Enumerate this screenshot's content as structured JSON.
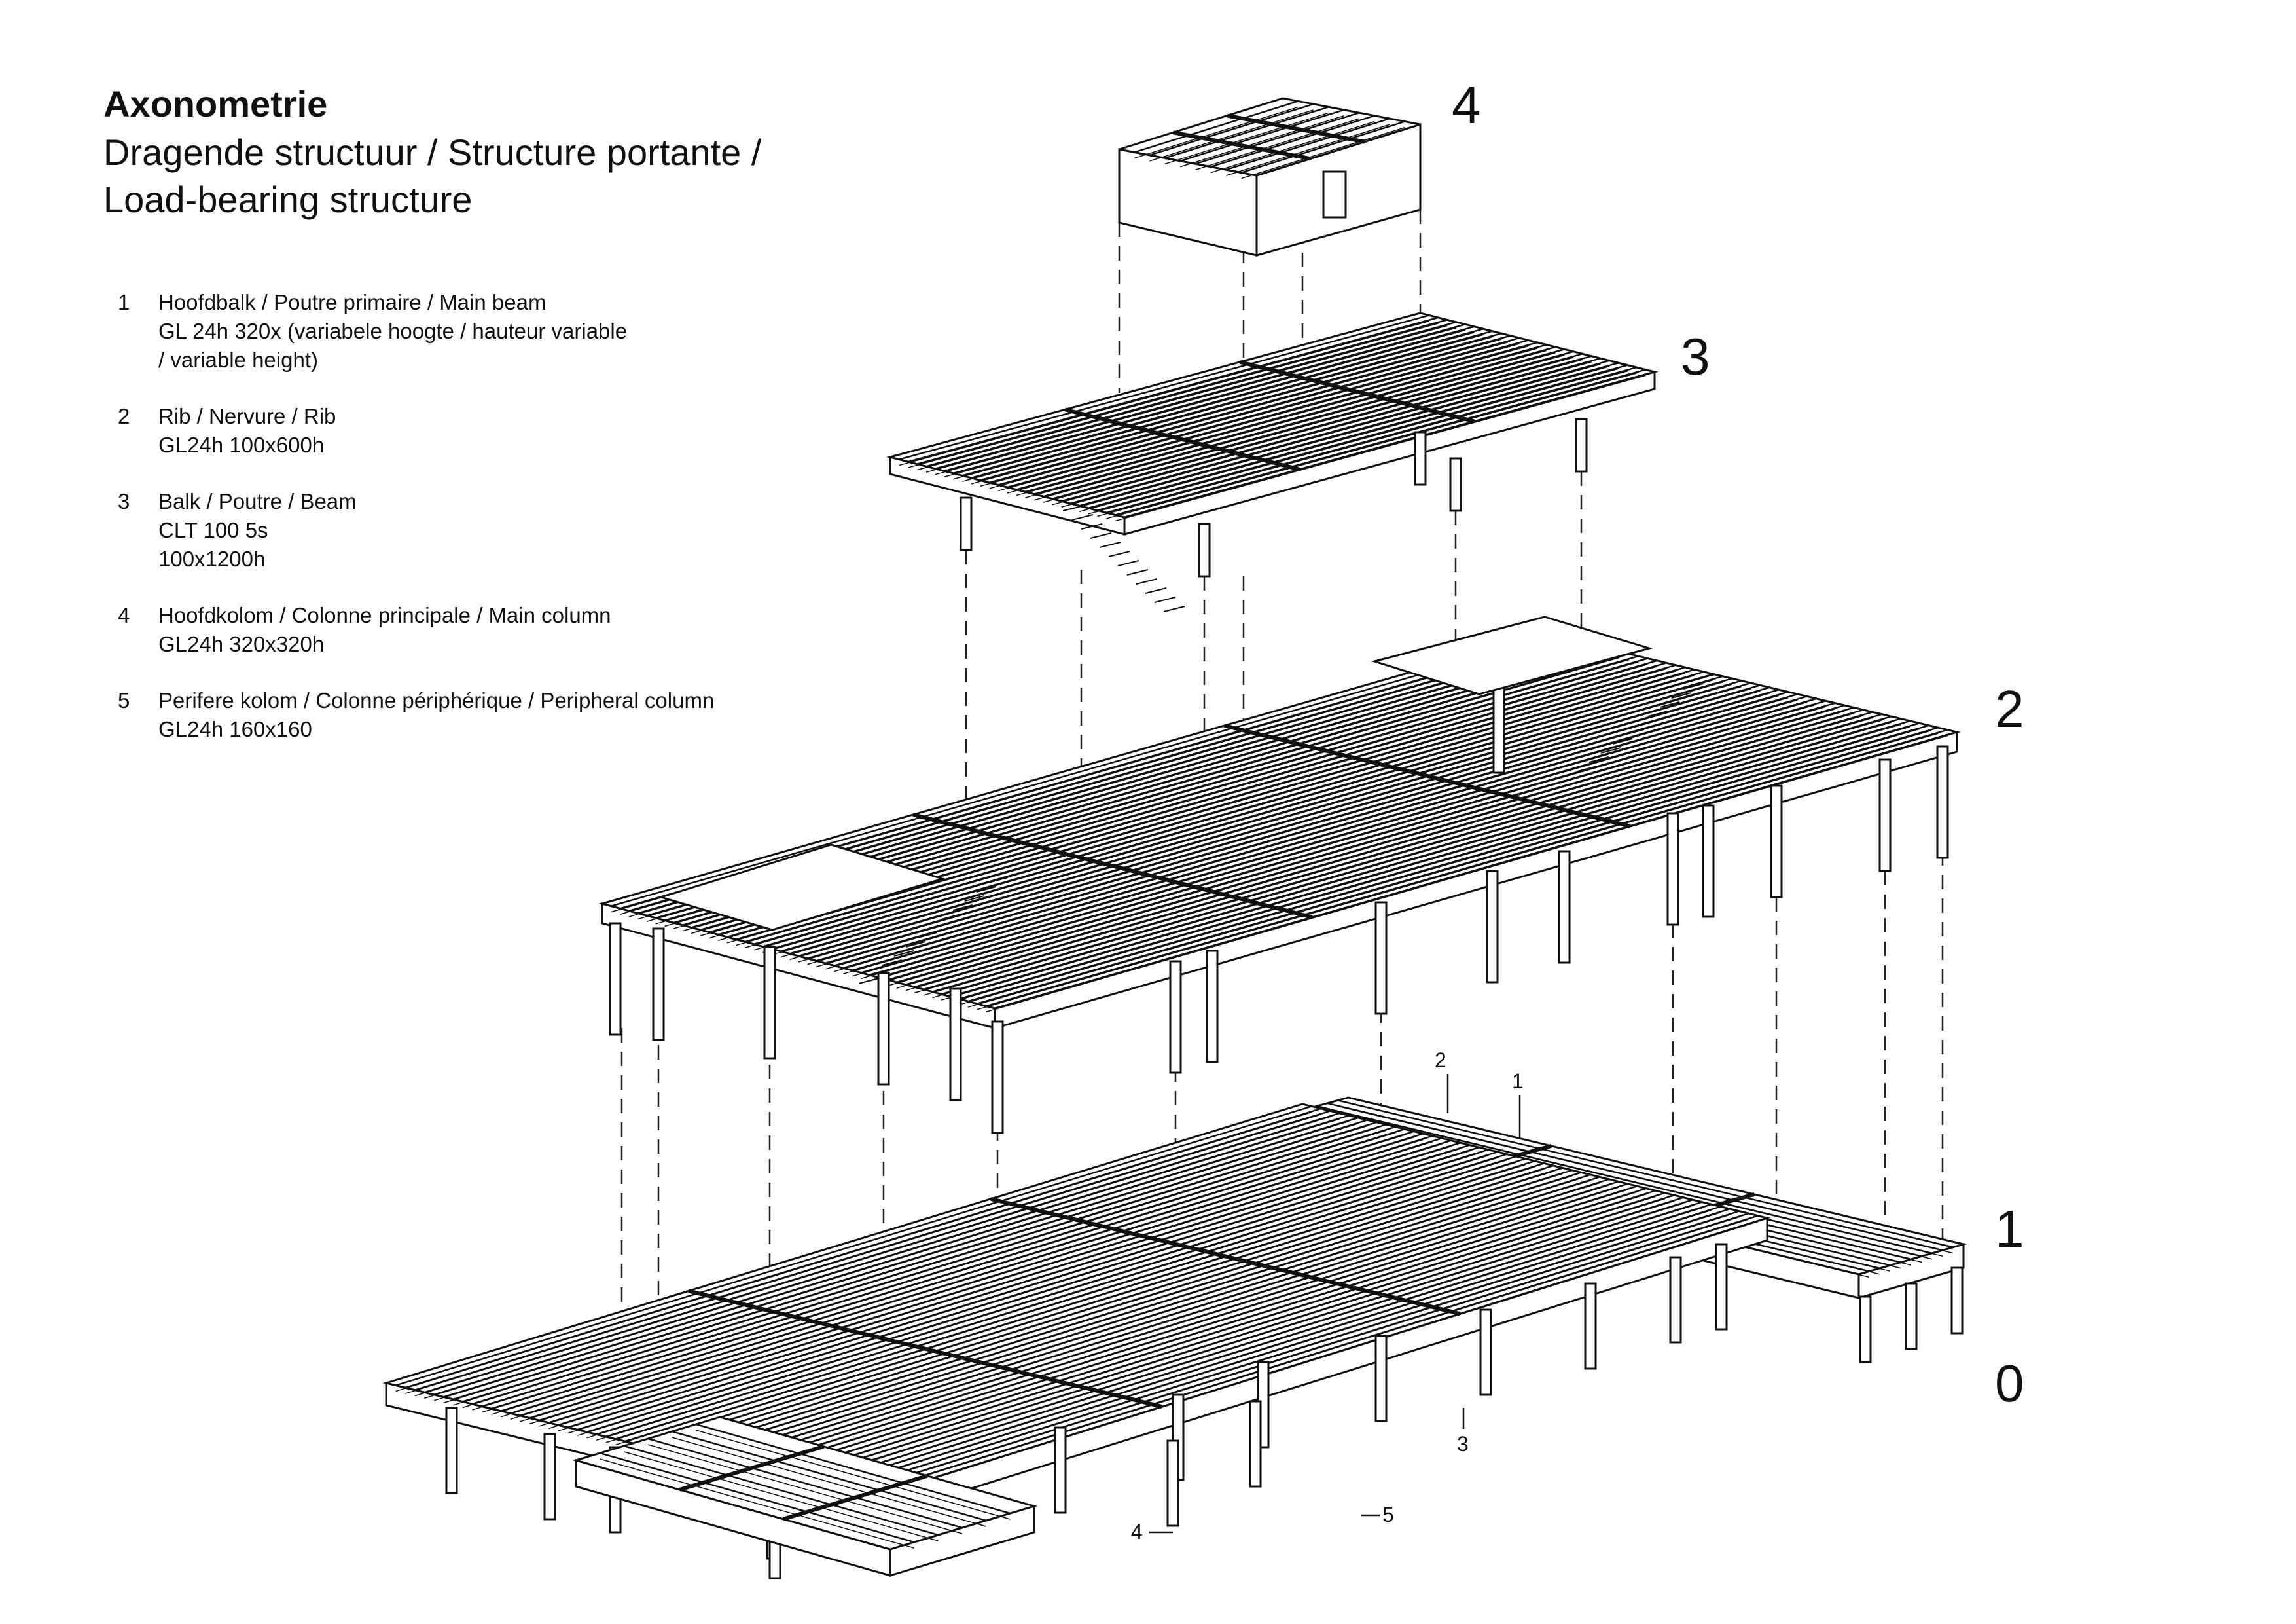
{
  "title": "Axonometrie",
  "subtitle_line1": "Dragende structuur / Structure portante /",
  "subtitle_line2": "Load-bearing structure",
  "legend": [
    {
      "num": "1",
      "lines": [
        "Hoofdbalk / Poutre primaire / Main beam",
        "GL 24h 320x (variabele hoogte / hauteur variable",
        "/ variable height)"
      ]
    },
    {
      "num": "2",
      "lines": [
        "Rib / Nervure / Rib",
        "GL24h 100x600h"
      ]
    },
    {
      "num": "3",
      "lines": [
        "Balk / Poutre / Beam",
        "CLT 100 5s",
        "100x1200h"
      ]
    },
    {
      "num": "4",
      "lines": [
        "Hoofdkolom / Colonne principale / Main column",
        "GL24h 320x320h"
      ]
    },
    {
      "num": "5",
      "lines": [
        "Perifere kolom / Colonne périphérique / Peripheral column",
        "GL24h 160x160"
      ]
    }
  ],
  "level_labels": [
    "4",
    "3",
    "2",
    "1",
    "0"
  ],
  "callouts": [
    "2",
    "1",
    "3",
    "4",
    "5"
  ]
}
